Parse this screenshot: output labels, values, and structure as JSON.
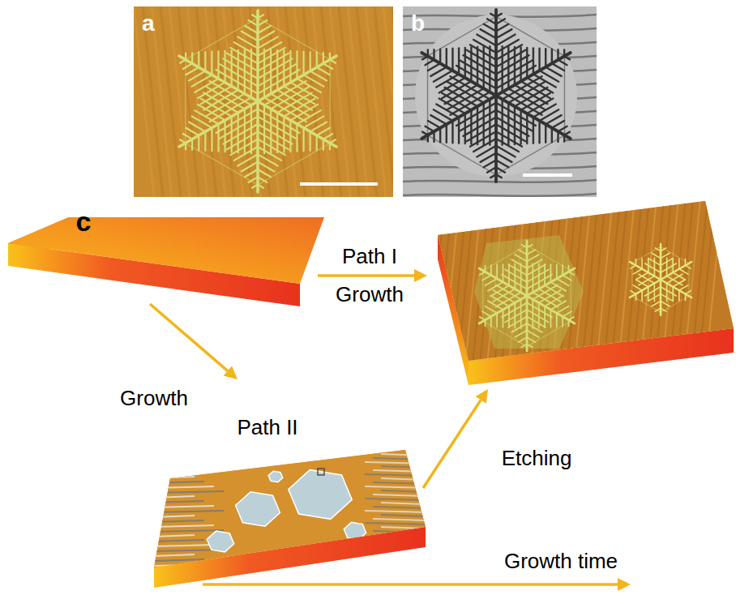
{
  "diagram": {
    "nodes": [
      {
        "text": [
          "a"
        ]
      },
      {
        "text": [
          "b"
        ]
      }
    ],
    "labels": [
      "c",
      "Path I",
      "Growth",
      "Growth",
      "Path II",
      "Etching",
      "Growth time"
    ]
  }
}
